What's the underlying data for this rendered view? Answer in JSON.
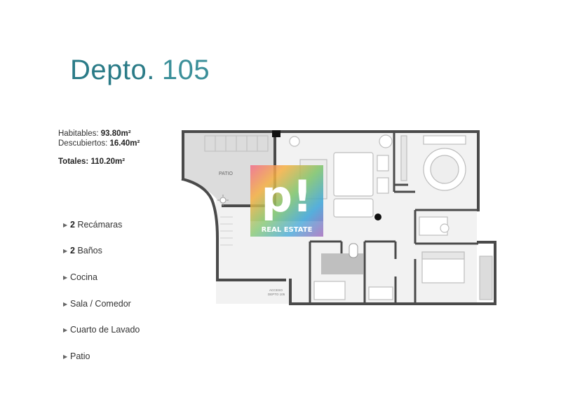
{
  "header": {
    "title_word": "Depto.",
    "title_number": "105"
  },
  "areas": {
    "habitables_label": "Habitables:",
    "habitables_value": "93.80m²",
    "descubiertos_label": "Descubiertos:",
    "descubiertos_value": "16.40m²",
    "totales_label": "Totales:",
    "totales_value": "110.20m²"
  },
  "features": [
    {
      "count": "2",
      "label": "Recámaras"
    },
    {
      "count": "2",
      "label": "Baños"
    },
    {
      "count": "",
      "label": "Cocina"
    },
    {
      "count": "",
      "label": "Sala / Comedor"
    },
    {
      "count": "",
      "label": "Cuarto de Lavado"
    },
    {
      "count": "",
      "label": "Patio"
    }
  ],
  "floorplan": {
    "patio_label": "PATIO",
    "access_label_line1": "ACCESO",
    "access_label_line2": "DEPTO 105"
  },
  "logo": {
    "mark": "p!",
    "text": "REAL ESTATE"
  },
  "colors": {
    "title": "#2a7b87",
    "walls": "#4a4a4a",
    "patio_fill": "#d9d9d9",
    "floor_fill": "#f1f1f1"
  },
  "icons": {
    "feature_bullet": "triangle-right-icon"
  }
}
